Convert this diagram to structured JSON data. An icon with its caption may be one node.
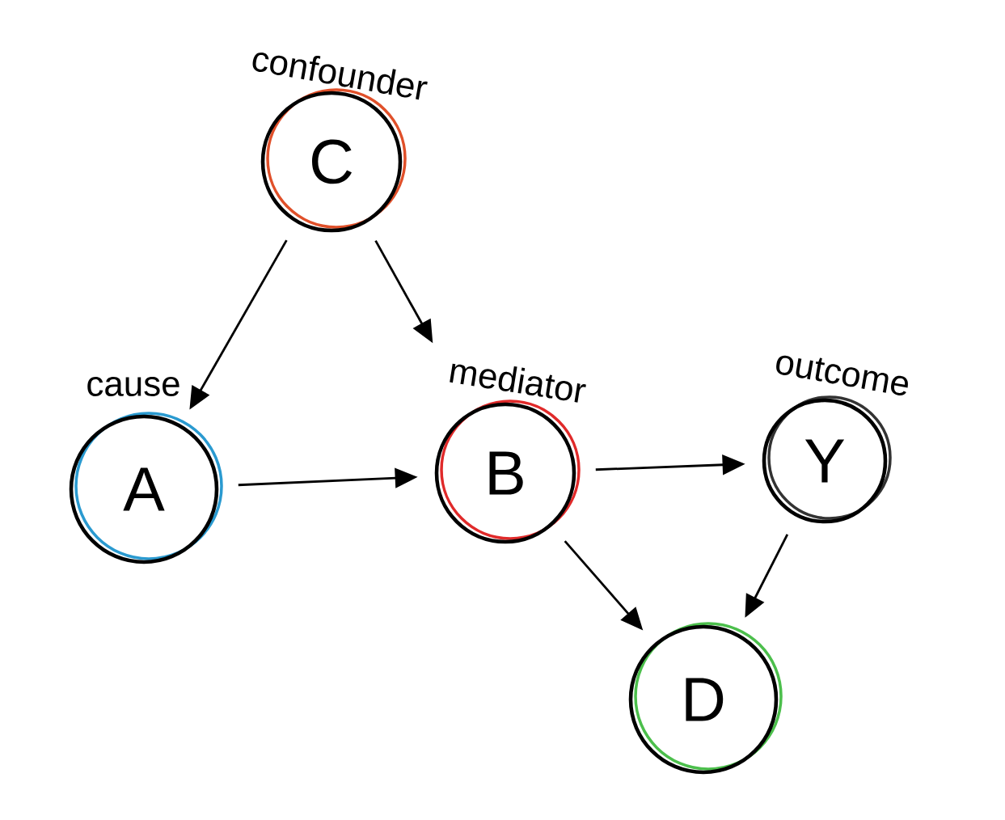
{
  "diagram": {
    "nodes": [
      {
        "text": [
          "C"
        ],
        "beside": [
          "confounder"
        ]
      },
      {
        "text": [
          "A"
        ],
        "beside": [
          "cause"
        ]
      },
      {
        "text": [
          "B"
        ],
        "beside": [
          "mediator"
        ]
      },
      {
        "text": [
          "Y"
        ],
        "beside": [
          "outcome"
        ]
      },
      {
        "text": [
          "D"
        ]
      }
    ],
    "edges": [
      {
        "from": 0,
        "to": 1,
        "arrow": "to"
      },
      {
        "from": 0,
        "to": 2,
        "arrow": "to"
      },
      {
        "from": 1,
        "to": 2,
        "arrow": "to"
      },
      {
        "from": 2,
        "to": 3,
        "arrow": "to"
      },
      {
        "from": 2,
        "to": 4,
        "arrow": "to"
      },
      {
        "from": 3,
        "to": 4,
        "arrow": "to"
      }
    ]
  }
}
